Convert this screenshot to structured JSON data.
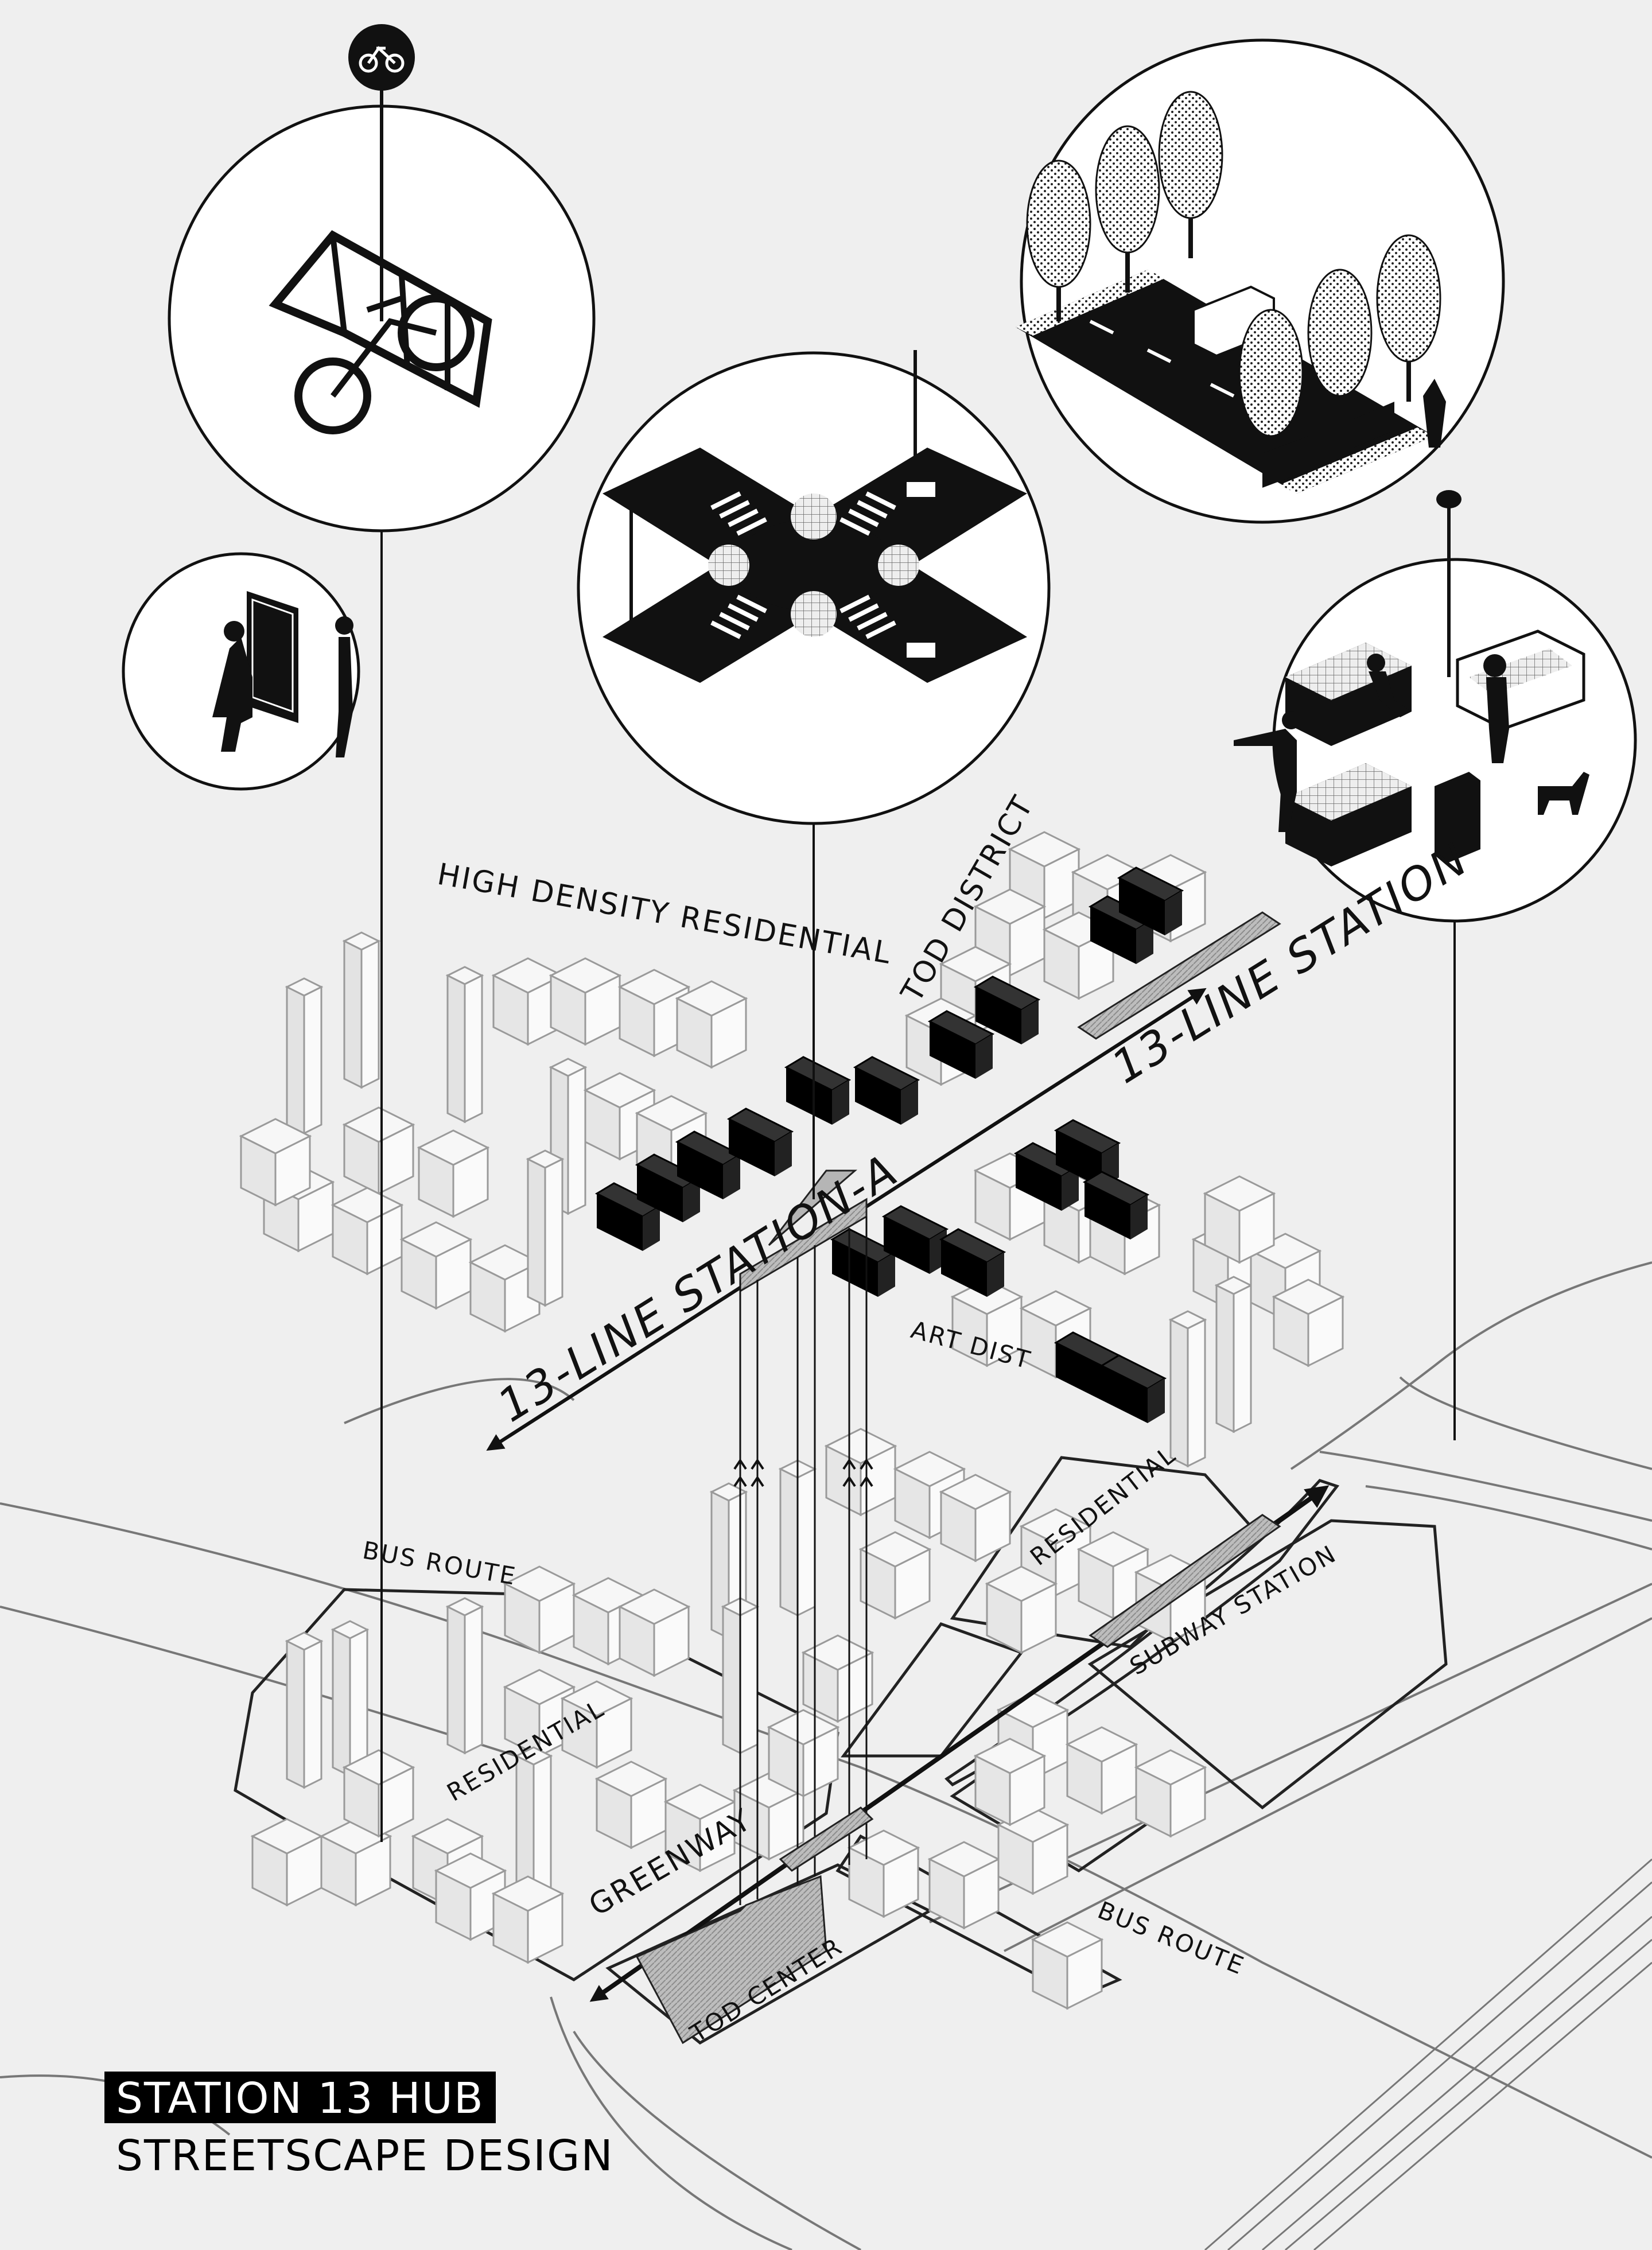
{
  "title": {
    "line1": "STATION 13 HUB",
    "line2": "STREETSCAPE DESIGN"
  },
  "labels": {
    "high_density_residential": "HIGH DENSITY RESIDENTIAL",
    "tod_district": "TOD DISTRICT",
    "line13_station": "13-LINE STATION",
    "line13_station_a": "13-LINE STATION-A",
    "art_dist": "ART DIST",
    "bus_route_north": "BUS ROUTE",
    "residential_east": "RESIDENTIAL",
    "subway_station": "SUBWAY STATION",
    "residential_west": "RESIDENTIAL",
    "greenway": "GREENWAY",
    "tod_center": "TOD CENTER",
    "bus_route_south": "BUS ROUTE"
  },
  "vignettes": [
    {
      "name": "bike-parking",
      "icon": "bicycle-sign-icon"
    },
    {
      "name": "info-kiosk",
      "icon": "kiosk-icon"
    },
    {
      "name": "crosswalk-intersection",
      "icon": "intersection-icon"
    },
    {
      "name": "tree-lined-street",
      "icon": "tree-street-icon"
    },
    {
      "name": "plaza-furniture",
      "icon": "planter-bench-icon"
    }
  ],
  "colors": {
    "background": "#efefef",
    "ink": "#111111",
    "building_stroke": "#9a9a9a",
    "highlight": "#000000"
  }
}
